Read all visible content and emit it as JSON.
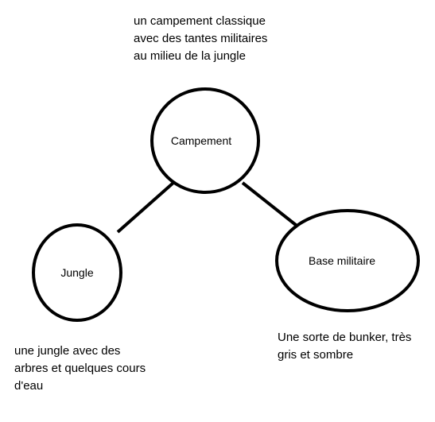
{
  "diagram": {
    "nodes": [
      {
        "id": "campement",
        "label": "Campement"
      },
      {
        "id": "jungle",
        "label": "Jungle"
      },
      {
        "id": "base",
        "label": "Base militaire"
      }
    ],
    "edges": [
      {
        "from": "campement",
        "to": "jungle"
      },
      {
        "from": "campement",
        "to": "base"
      }
    ],
    "notes": {
      "campement": "un campement classique\navec des tantes militaires\nau milieu de la jungle",
      "base": "Une sorte de bunker, très\ngris et sombre",
      "jungle": "une jungle avec des\narbres et quelques cours\nd'eau"
    }
  }
}
